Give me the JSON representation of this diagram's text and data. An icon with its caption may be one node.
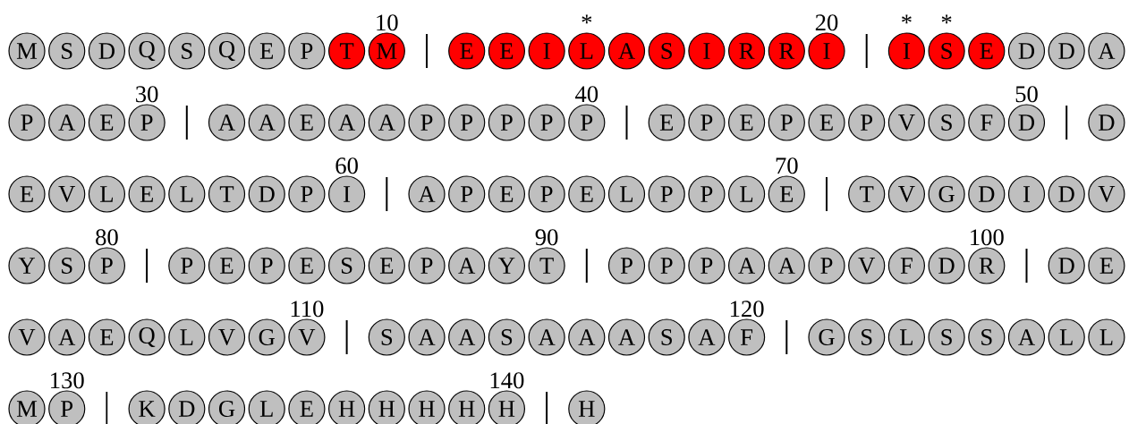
{
  "diagram": {
    "nodes": [
      {
        "text": [
          "M"
        ]
      },
      {
        "text": [
          "S"
        ]
      },
      {
        "text": [
          "D"
        ]
      },
      {
        "text": [
          "Q"
        ]
      },
      {
        "text": [
          "S"
        ]
      },
      {
        "text": [
          "Q"
        ]
      },
      {
        "text": [
          "E"
        ]
      },
      {
        "text": [
          "P"
        ]
      },
      {
        "text": [
          "T"
        ]
      },
      {
        "text": [
          "M"
        ],
        "beside": [
          "10"
        ]
      },
      {
        "text": [
          "E"
        ]
      },
      {
        "text": [
          "E"
        ]
      },
      {
        "text": [
          "I"
        ]
      },
      {
        "text": [
          "L"
        ],
        "beside": [
          "*"
        ]
      },
      {
        "text": [
          "A"
        ]
      },
      {
        "text": [
          "S"
        ]
      },
      {
        "text": [
          "I"
        ]
      },
      {
        "text": [
          "R"
        ]
      },
      {
        "text": [
          "R"
        ]
      },
      {
        "text": [
          "I"
        ],
        "beside": [
          "20"
        ]
      },
      {
        "text": [
          "I"
        ],
        "beside": [
          "*"
        ]
      },
      {
        "text": [
          "S"
        ],
        "beside": [
          "*"
        ]
      },
      {
        "text": [
          "E"
        ]
      },
      {
        "text": [
          "D"
        ]
      },
      {
        "text": [
          "D"
        ]
      },
      {
        "text": [
          "A"
        ]
      },
      {
        "text": [
          "P"
        ]
      },
      {
        "text": [
          "A"
        ]
      },
      {
        "text": [
          "E"
        ]
      },
      {
        "text": [
          "P"
        ],
        "beside": [
          "30"
        ]
      },
      {
        "text": [
          "A"
        ]
      },
      {
        "text": [
          "A"
        ]
      },
      {
        "text": [
          "E"
        ]
      },
      {
        "text": [
          "A"
        ]
      },
      {
        "text": [
          "A"
        ]
      },
      {
        "text": [
          "P"
        ]
      },
      {
        "text": [
          "P"
        ]
      },
      {
        "text": [
          "P"
        ]
      },
      {
        "text": [
          "P"
        ]
      },
      {
        "text": [
          "P"
        ],
        "beside": [
          "40"
        ]
      },
      {
        "text": [
          "E"
        ]
      },
      {
        "text": [
          "P"
        ]
      },
      {
        "text": [
          "E"
        ]
      },
      {
        "text": [
          "P"
        ]
      },
      {
        "text": [
          "E"
        ]
      },
      {
        "text": [
          "P"
        ]
      },
      {
        "text": [
          "V"
        ]
      },
      {
        "text": [
          "S"
        ]
      },
      {
        "text": [
          "F"
        ]
      },
      {
        "text": [
          "D"
        ],
        "beside": [
          "50"
        ]
      },
      {
        "text": [
          "D"
        ]
      },
      {
        "text": [
          "E"
        ]
      },
      {
        "text": [
          "V"
        ]
      },
      {
        "text": [
          "L"
        ]
      },
      {
        "text": [
          "E"
        ]
      },
      {
        "text": [
          "L"
        ]
      },
      {
        "text": [
          "T"
        ]
      },
      {
        "text": [
          "D"
        ]
      },
      {
        "text": [
          "P"
        ]
      },
      {
        "text": [
          "I"
        ],
        "beside": [
          "60"
        ]
      },
      {
        "text": [
          "A"
        ]
      },
      {
        "text": [
          "P"
        ]
      },
      {
        "text": [
          "E"
        ]
      },
      {
        "text": [
          "P"
        ]
      },
      {
        "text": [
          "E"
        ]
      },
      {
        "text": [
          "L"
        ]
      },
      {
        "text": [
          "P"
        ]
      },
      {
        "text": [
          "P"
        ]
      },
      {
        "text": [
          "L"
        ]
      },
      {
        "text": [
          "E"
        ],
        "beside": [
          "70"
        ]
      },
      {
        "text": [
          "T"
        ]
      },
      {
        "text": [
          "V"
        ]
      },
      {
        "text": [
          "G"
        ]
      },
      {
        "text": [
          "D"
        ]
      },
      {
        "text": [
          "I"
        ]
      },
      {
        "text": [
          "D"
        ]
      },
      {
        "text": [
          "V"
        ]
      },
      {
        "text": [
          "Y"
        ]
      },
      {
        "text": [
          "S"
        ]
      },
      {
        "text": [
          "P"
        ],
        "beside": [
          "80"
        ]
      },
      {
        "text": [
          "P"
        ]
      },
      {
        "text": [
          "E"
        ]
      },
      {
        "text": [
          "P"
        ]
      },
      {
        "text": [
          "E"
        ]
      },
      {
        "text": [
          "S"
        ]
      },
      {
        "text": [
          "E"
        ]
      },
      {
        "text": [
          "P"
        ]
      },
      {
        "text": [
          "A"
        ]
      },
      {
        "text": [
          "Y"
        ]
      },
      {
        "text": [
          "T"
        ],
        "beside": [
          "90"
        ]
      },
      {
        "text": [
          "P"
        ]
      },
      {
        "text": [
          "P"
        ]
      },
      {
        "text": [
          "P"
        ]
      },
      {
        "text": [
          "A"
        ]
      },
      {
        "text": [
          "A"
        ]
      },
      {
        "text": [
          "P"
        ]
      },
      {
        "text": [
          "V"
        ]
      },
      {
        "text": [
          "F"
        ]
      },
      {
        "text": [
          "D"
        ]
      },
      {
        "text": [
          "R"
        ],
        "beside": [
          "100"
        ]
      },
      {
        "text": [
          "D"
        ]
      },
      {
        "text": [
          "E"
        ]
      },
      {
        "text": [
          "V"
        ]
      },
      {
        "text": [
          "A"
        ]
      },
      {
        "text": [
          "E"
        ]
      },
      {
        "text": [
          "Q"
        ]
      },
      {
        "text": [
          "L"
        ]
      },
      {
        "text": [
          "V"
        ]
      },
      {
        "text": [
          "G"
        ]
      },
      {
        "text": [
          "V"
        ],
        "beside": [
          "110"
        ]
      },
      {
        "text": [
          "S"
        ]
      },
      {
        "text": [
          "A"
        ]
      },
      {
        "text": [
          "A"
        ]
      },
      {
        "text": [
          "S"
        ]
      },
      {
        "text": [
          "A"
        ]
      },
      {
        "text": [
          "A"
        ]
      },
      {
        "text": [
          "A"
        ]
      },
      {
        "text": [
          "S"
        ]
      },
      {
        "text": [
          "A"
        ]
      },
      {
        "text": [
          "F"
        ],
        "beside": [
          "120"
        ]
      },
      {
        "text": [
          "G"
        ]
      },
      {
        "text": [
          "S"
        ]
      },
      {
        "text": [
          "L"
        ]
      },
      {
        "text": [
          "S"
        ]
      },
      {
        "text": [
          "S"
        ]
      },
      {
        "text": [
          "A"
        ]
      },
      {
        "text": [
          "L"
        ]
      },
      {
        "text": [
          "L"
        ]
      },
      {
        "text": [
          "M"
        ]
      },
      {
        "text": [
          "P"
        ],
        "beside": [
          "130"
        ]
      },
      {
        "text": [
          "K"
        ]
      },
      {
        "text": [
          "D"
        ]
      },
      {
        "text": [
          "G"
        ]
      },
      {
        "text": [
          "L"
        ]
      },
      {
        "text": [
          "E"
        ]
      },
      {
        "text": [
          "H"
        ]
      },
      {
        "text": [
          "H"
        ]
      },
      {
        "text": [
          "H"
        ]
      },
      {
        "text": [
          "H"
        ]
      },
      {
        "text": [
          "H"
        ],
        "beside": [
          "140"
        ]
      },
      {
        "text": [
          "H"
        ]
      }
    ]
  }
}
